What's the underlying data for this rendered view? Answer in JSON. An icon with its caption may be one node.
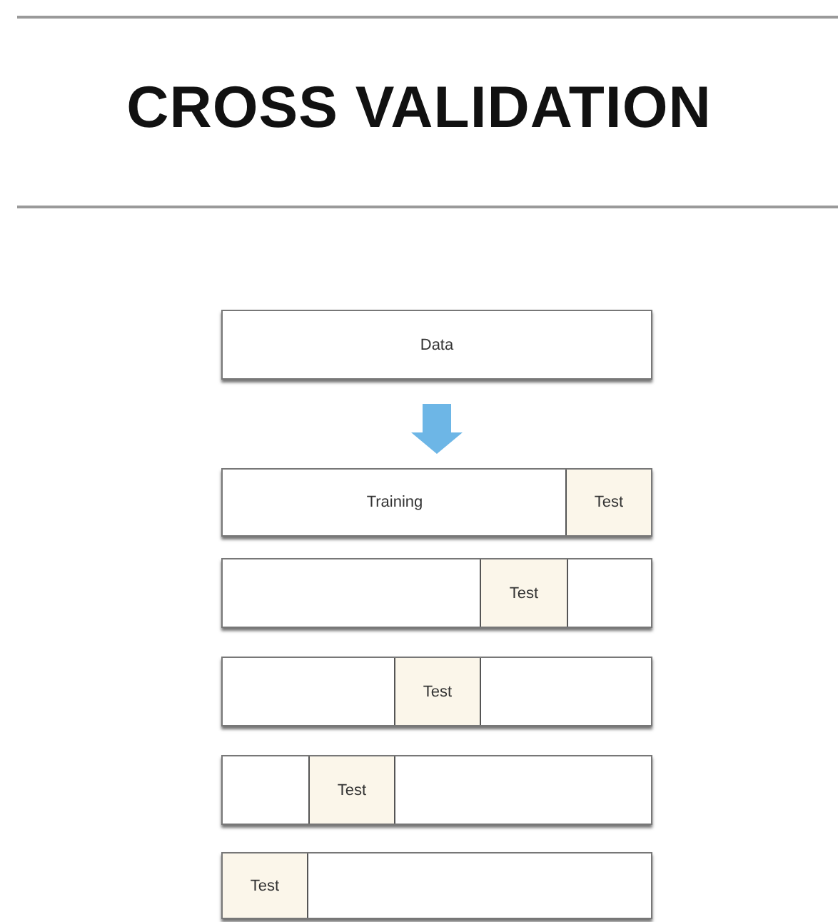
{
  "diagram": {
    "title": "CROSS VALIDATION",
    "nodes": [
      {
        "text": [
          "Data"
        ]
      },
      {
        "text": [],
        "shape": "bar"
      },
      {
        "text": [
          "Training"
        ],
        "in": 1
      },
      {
        "text": [
          "Test"
        ],
        "in": 1
      },
      {
        "text": [],
        "shape": "bar"
      },
      {
        "text": [
          "Test"
        ],
        "in": 4
      },
      {
        "text": [],
        "shape": "bar"
      },
      {
        "text": [
          "Test"
        ],
        "in": 6
      },
      {
        "text": [],
        "shape": "bar"
      },
      {
        "text": [
          "Test"
        ],
        "in": 8
      },
      {
        "text": [],
        "shape": "bar"
      },
      {
        "text": [
          "Test"
        ],
        "in": 10
      }
    ],
    "edges": [
      {
        "from": 0,
        "to": 1,
        "arrow": "to",
        "style": "thick"
      }
    ]
  }
}
